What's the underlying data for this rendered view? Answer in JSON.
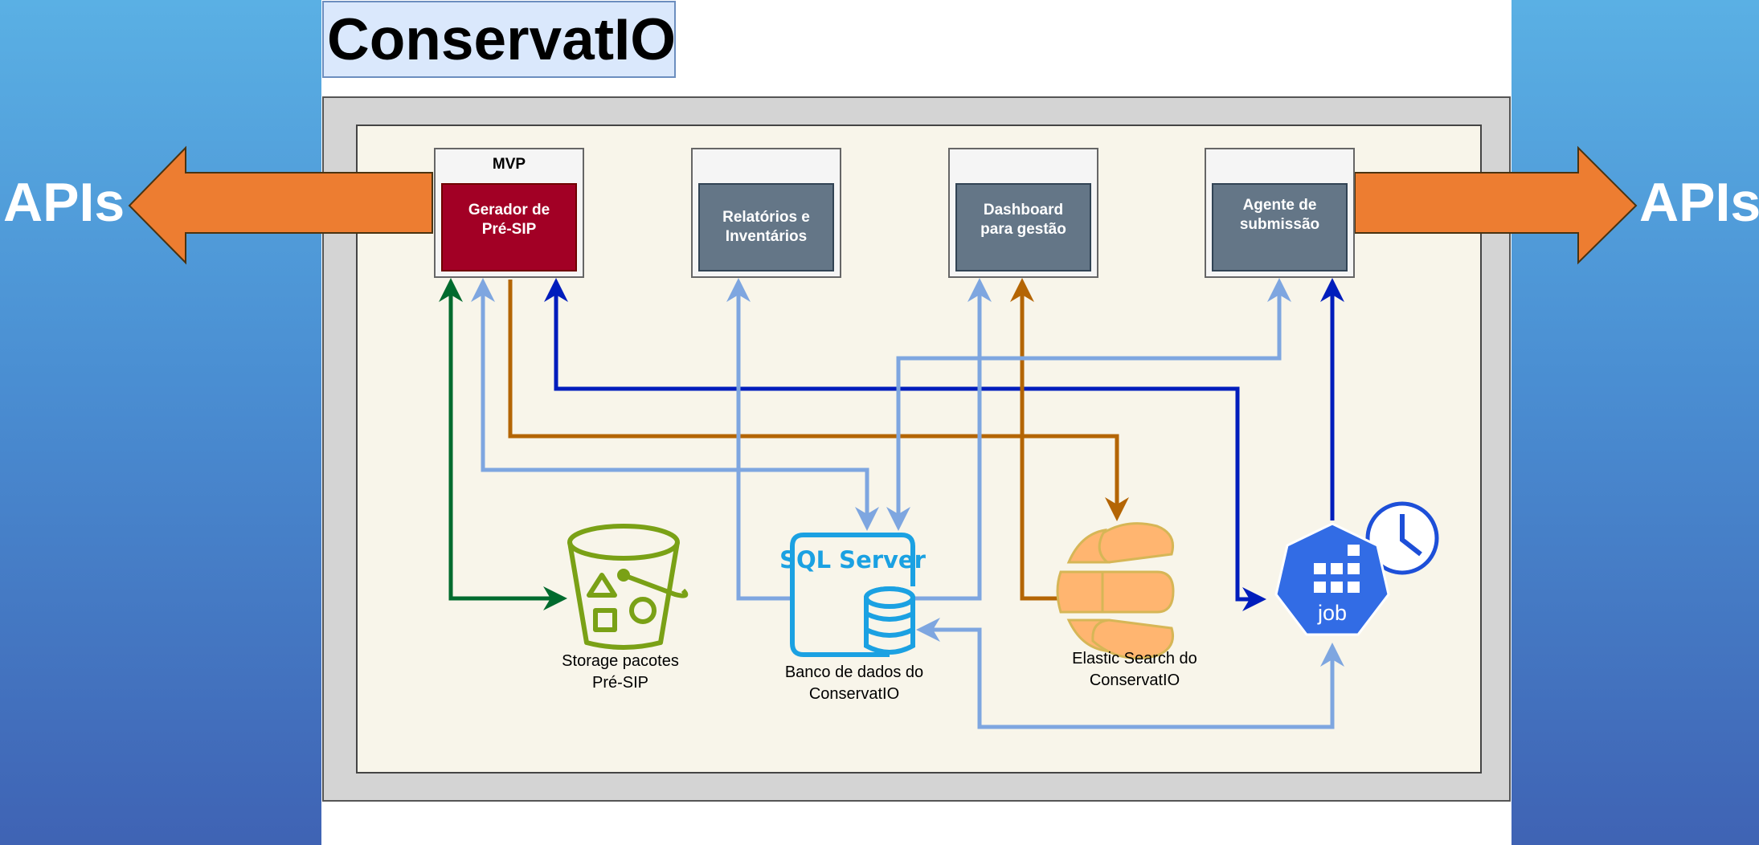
{
  "title": "ConservatIO",
  "apis": {
    "left": "APIs",
    "right": "APIs"
  },
  "components": {
    "gerador": {
      "header": "MVP",
      "line1": "Gerador de",
      "line2": "Pré-SIP"
    },
    "relatorios": {
      "header": "",
      "line1": "Relatórios e",
      "line2": "Inventários"
    },
    "dashboard": {
      "header": "",
      "line1": "Dashboard",
      "line2": "para gestão"
    },
    "agente": {
      "header": "",
      "line1": "Agente de",
      "line2": "submissão"
    }
  },
  "resources": {
    "storage": {
      "line1": "Storage pacotes",
      "line2": "Pré-SIP"
    },
    "database": {
      "logo": "SQL Server",
      "line1": "Banco de dados do",
      "line2": "ConservatIO"
    },
    "elastic": {
      "line1": "Elastic Search do",
      "line2": "ConservatIO"
    },
    "job": {
      "label": "job"
    }
  },
  "colors": {
    "green": "#006b2e",
    "light_blue": "#7ea6e0",
    "dark_blue": "#001dbc",
    "orange_brown": "#b46504",
    "api_arrow": "#ed7d31",
    "mvp_red": "#a20025",
    "component_gray": "#647687"
  },
  "icons": [
    "bucket-icon",
    "sql-server-icon",
    "elastic-search-icon",
    "job-icon",
    "clock-icon"
  ]
}
